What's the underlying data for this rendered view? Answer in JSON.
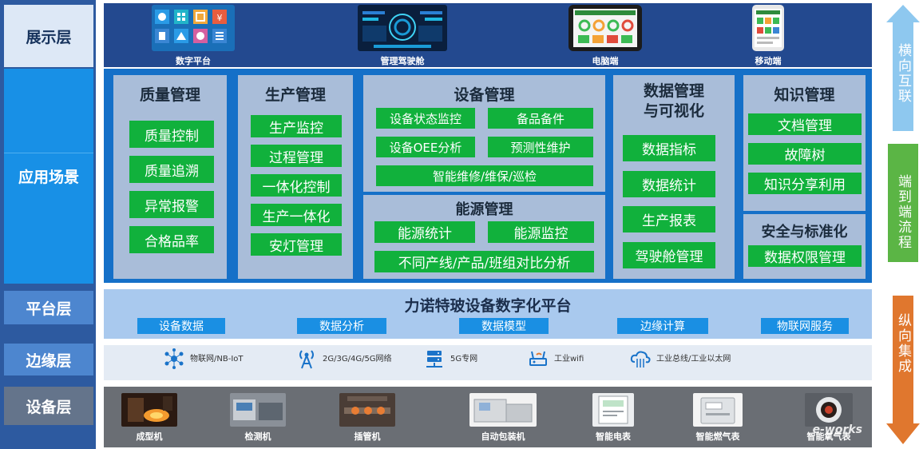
{
  "layers": {
    "display": "展示层",
    "application": "应用场景",
    "platform": "平台层",
    "edge": "边缘层",
    "device": "设备层"
  },
  "display_items": [
    {
      "label": "数字平台",
      "icon": "app-grid-icon"
    },
    {
      "label": "管理驾驶舱",
      "icon": "dashboard-screen-icon"
    },
    {
      "label": "电脑端",
      "icon": "tablet-screen-icon"
    },
    {
      "label": "移动端",
      "icon": "mobile-phone-icon"
    }
  ],
  "quality": {
    "title": "质量管理",
    "items": [
      "质量控制",
      "质量追溯",
      "异常报警",
      "合格品率"
    ]
  },
  "production": {
    "title": "生产管理",
    "items": [
      "生产监控",
      "过程管理",
      "一体化控制",
      "生产一体化",
      "安灯管理"
    ]
  },
  "equipment": {
    "title": "设备管理",
    "items": [
      "设备状态监控",
      "备品备件",
      "设备OEE分析",
      "预测性维护",
      "智能维修/维保/巡检"
    ]
  },
  "energy": {
    "title": "能源管理",
    "items": [
      "能源统计",
      "能源监控",
      "不同产线/产品/班组对比分析"
    ]
  },
  "data_mgmt": {
    "title_line1": "数据管理",
    "title_line2": "与可视化",
    "items": [
      "数据指标",
      "数据统计",
      "生产报表",
      "驾驶舱管理"
    ]
  },
  "knowledge": {
    "title": "知识管理",
    "items": [
      "文档管理",
      "故障树",
      "知识分享利用"
    ]
  },
  "safety": {
    "title": "安全与标准化",
    "items": [
      "数据权限管理"
    ]
  },
  "platform": {
    "title": "力诺特玻设备数字化平台",
    "tags": [
      "设备数据",
      "数据分析",
      "数据模型",
      "边缘计算",
      "物联网服务"
    ]
  },
  "edge": {
    "items": [
      {
        "label": "物联网/NB-IoT",
        "icon": "iot-network-icon"
      },
      {
        "label": "2G/3G/4G/5G网络",
        "icon": "signal-tower-icon"
      },
      {
        "label": "5G专网",
        "icon": "server-rack-icon"
      },
      {
        "label": "工业wifi",
        "icon": "wifi-router-icon"
      },
      {
        "label": "工业总线/工业以太网",
        "icon": "cloud-network-icon"
      }
    ]
  },
  "devices": [
    {
      "label": "成型机",
      "icon": "forming-machine-photo"
    },
    {
      "label": "检测机",
      "icon": "inspection-machine-photo"
    },
    {
      "label": "插管机",
      "icon": "tube-machine-photo"
    },
    {
      "label": "自动包装机",
      "icon": "packaging-machine-photo"
    },
    {
      "label": "智能电表",
      "icon": "electric-meter-photo"
    },
    {
      "label": "智能燃气表",
      "icon": "gas-meter-photo"
    },
    {
      "label": "智能氧气表",
      "icon": "oxygen-meter-photo"
    }
  ],
  "arrows": {
    "horizontal": "横向互联",
    "end_to_end": "端到端流程",
    "vertical": "纵向集成"
  },
  "watermark": "e-works",
  "colors": {
    "green": "#11b13c",
    "panel": "#a9bdd9",
    "app_bg": "#1570c8",
    "arrow_blue": "#8ec8ef",
    "arrow_green": "#5bb545",
    "arrow_orange": "#e0772e"
  }
}
